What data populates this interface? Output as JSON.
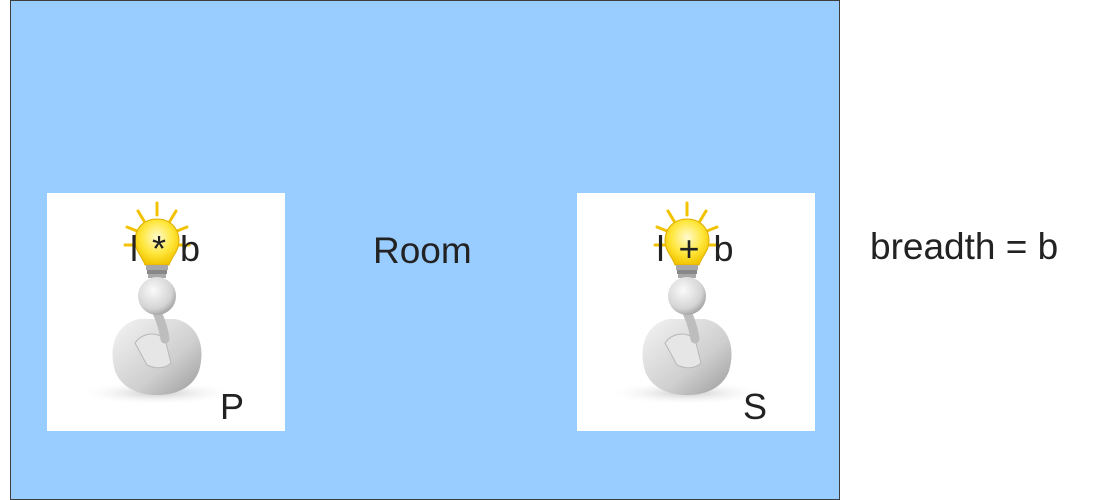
{
  "room": {
    "label": "Room",
    "color": "#99ccff"
  },
  "persons": [
    {
      "formula": "l * b",
      "tag": "P",
      "icon": "thinking-person-with-lightbulb-icon"
    },
    {
      "formula": "l + b",
      "tag": "S",
      "icon": "thinking-person-with-lightbulb-icon"
    }
  ],
  "breadth_label": "breadth = b"
}
